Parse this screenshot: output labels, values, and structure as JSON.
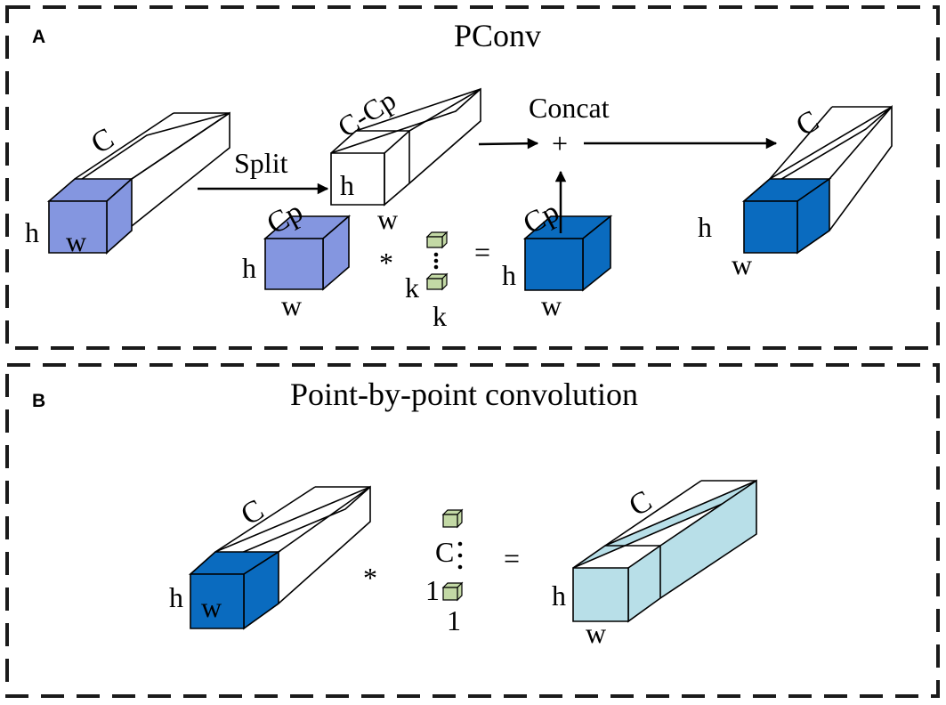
{
  "panel_a": {
    "letter": "A",
    "title": "PConv",
    "input_block": {
      "channels": "C",
      "height": "h",
      "width": "w"
    },
    "split_label": "Split",
    "untouched_block": {
      "channels": "C-Cp",
      "height": "h",
      "width": "w"
    },
    "partial_block": {
      "channels": "Cp",
      "height": "h",
      "width": "w"
    },
    "conv_operator": "*",
    "kernel": {
      "size_a": "k",
      "size_b": "k"
    },
    "equals": "=",
    "result_block": {
      "channels": "Cp",
      "height": "h",
      "width": "w"
    },
    "concat_label": "Concat",
    "concat_symbol": "+",
    "output_block": {
      "channels": "C",
      "height": "h",
      "width": "w"
    }
  },
  "panel_b": {
    "letter": "B",
    "title": "Point-by-point convolution",
    "input_block": {
      "channels": "C",
      "height": "h",
      "width": "w"
    },
    "conv_operator": "*",
    "kernel": {
      "channels": "C",
      "size_a": "1",
      "size_b": "1"
    },
    "equals": "=",
    "output_block": {
      "channels": "C",
      "height": "h",
      "width": "w"
    }
  },
  "colors": {
    "light_blue_block": "#8496e0",
    "dark_blue_block": "#0a6bbf",
    "pale_blue_block": "#b8dfe8",
    "kernel_cube": "#c3d9a5",
    "dashed_border": "#1a1a1a"
  }
}
